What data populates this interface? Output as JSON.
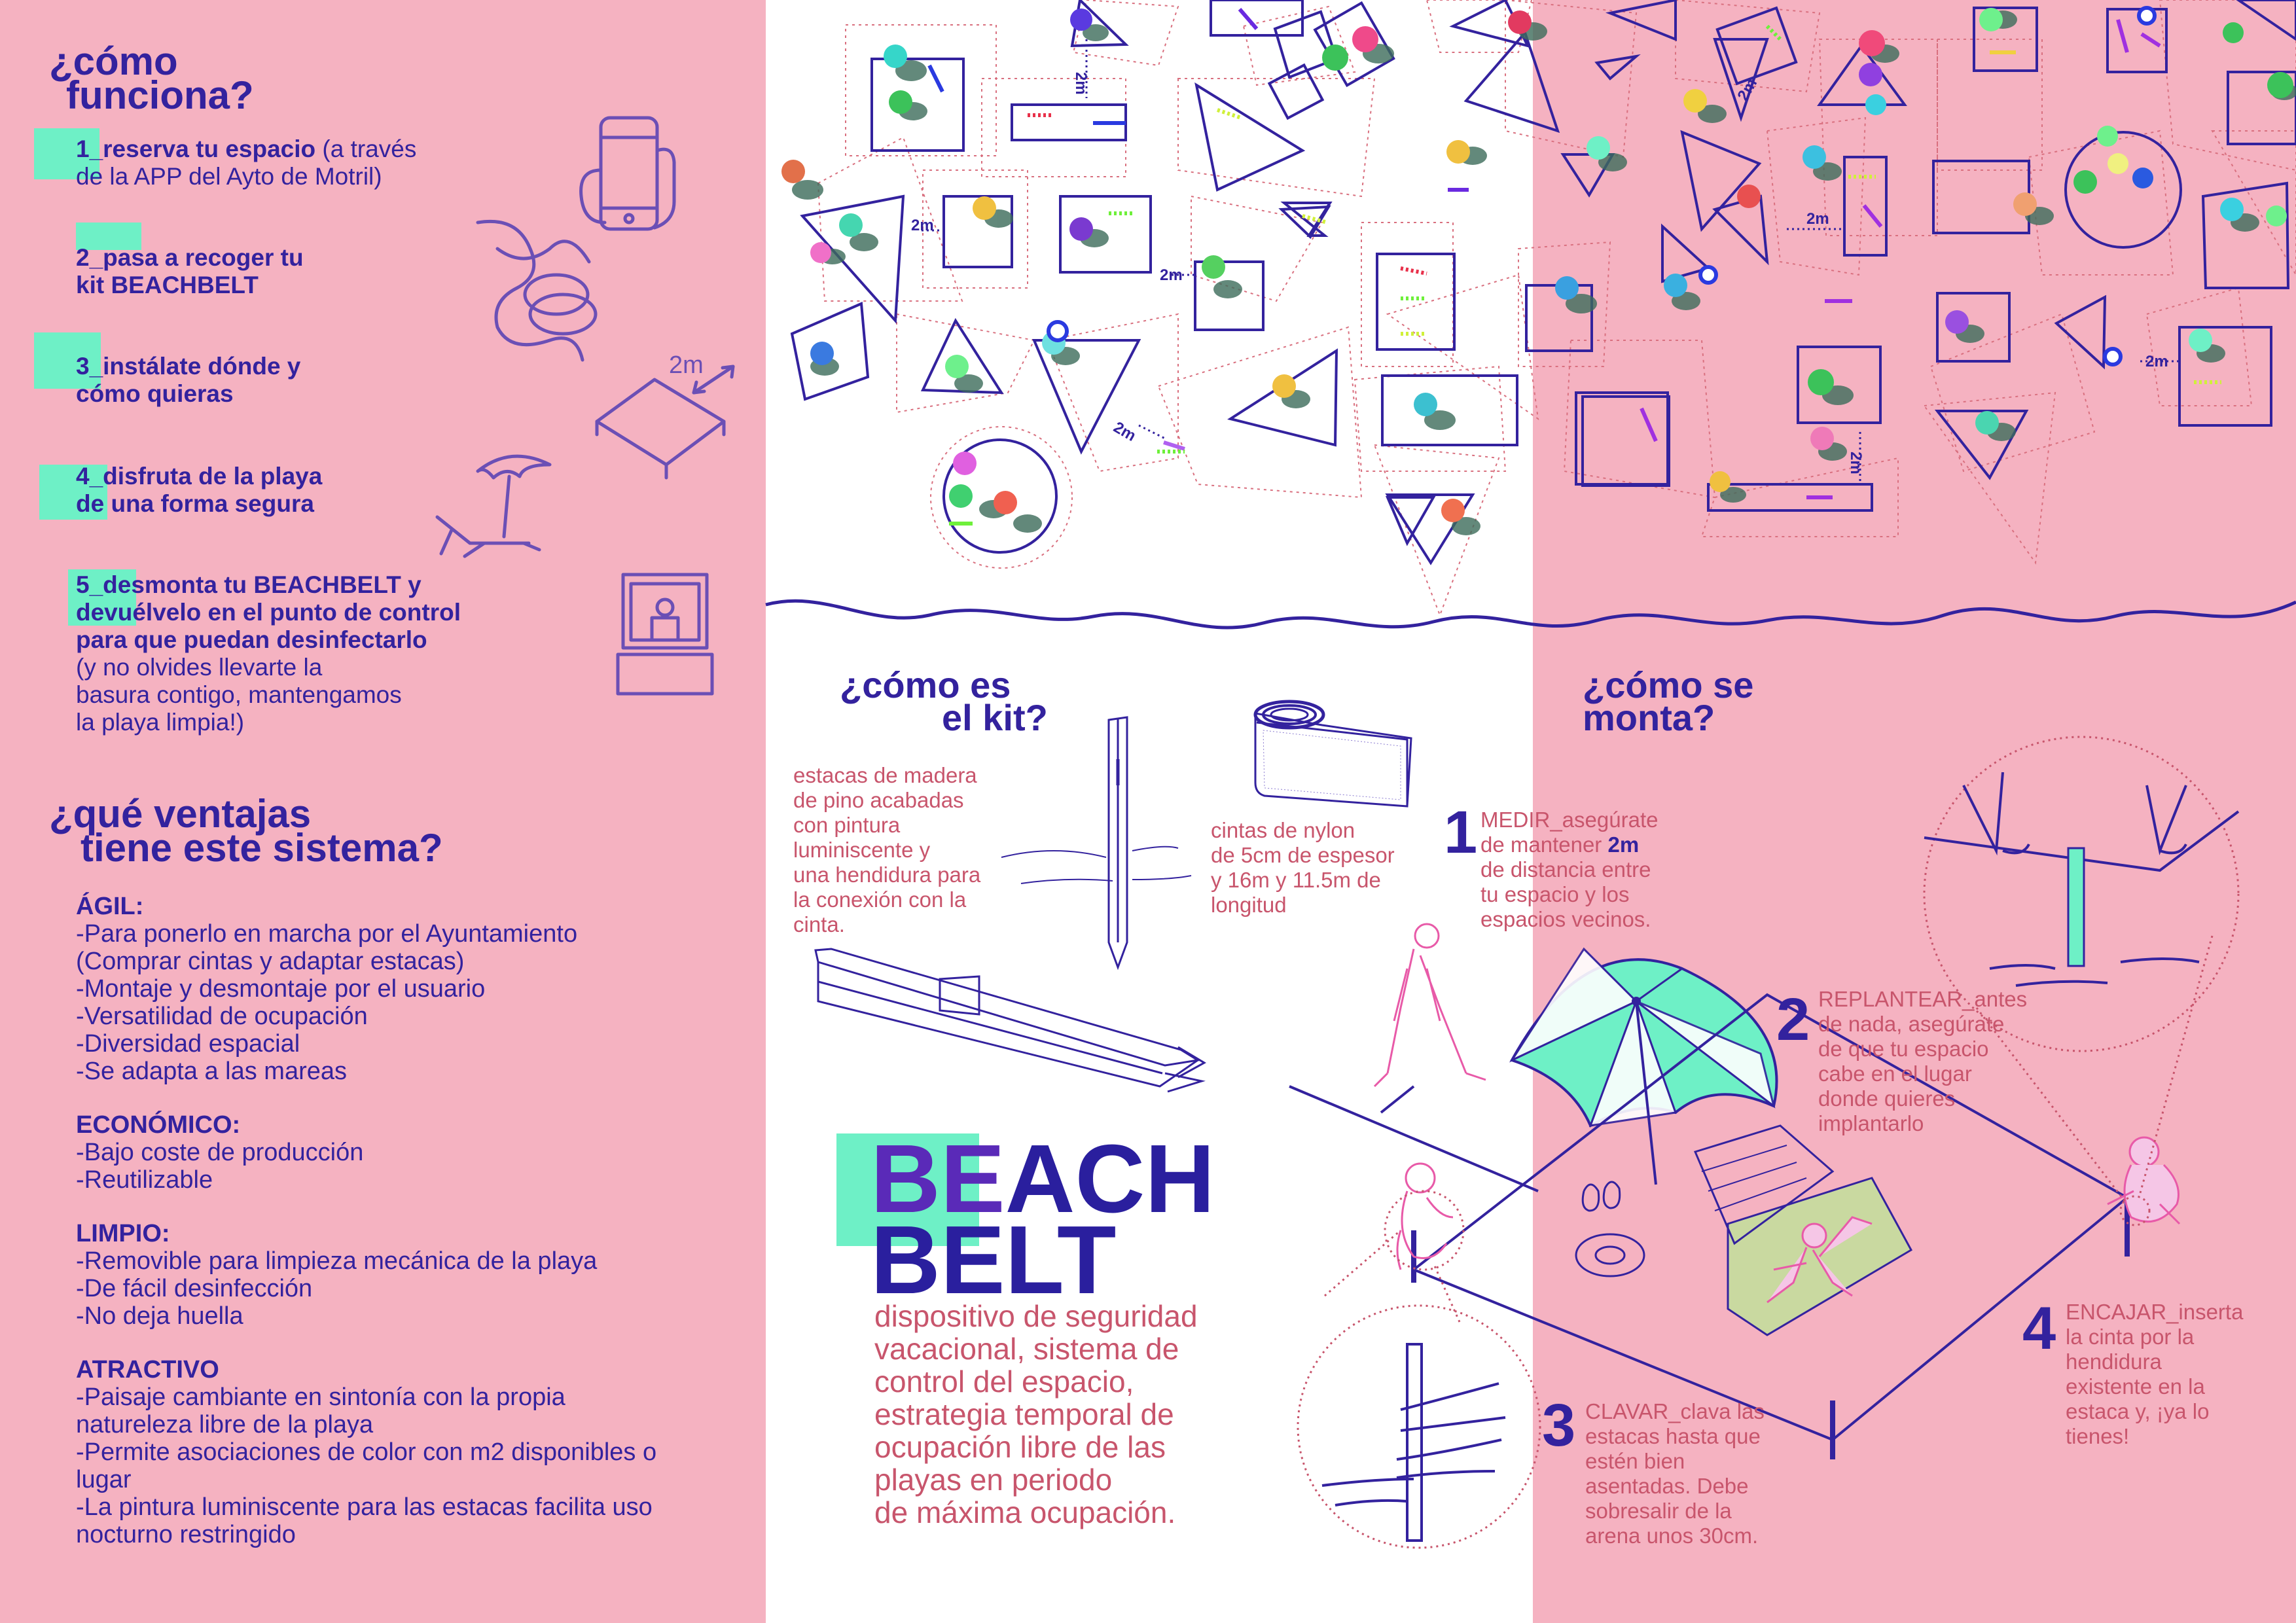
{
  "left": {
    "how_title_1": "¿cómo",
    "how_title_2": "funciona?",
    "steps": [
      {
        "bold": "1_reserva tu espacio",
        "rest": " (a través",
        "line2": "de la APP del Ayto de Motril)"
      },
      {
        "bold": "2_pasa a recoger tu",
        "line2": "kit BEACHBELT"
      },
      {
        "bold": "3_instálate dónde y",
        "line2": "cómo quieras"
      },
      {
        "bold": "4_disfruta de la playa",
        "line2": "de una forma segura"
      },
      {
        "bold": "5_desmonta tu BEACHBELT y",
        "line2": "devuélvelo en el punto de control",
        "line3": "para que puedan desinfectarlo",
        "note1": "(y no olvides llevarte la",
        "note2": "basura contigo, mantengamos",
        "note3": "la playa limpia!)"
      }
    ],
    "icon_label_2m": "2m",
    "adv_title_1": "¿qué ventajas",
    "adv_title_2": "tiene este sistema?",
    "advantages": [
      {
        "title": "ÁGIL:",
        "items": [
          "-Para ponerlo en marcha por el Ayuntamiento",
          "(Comprar cintas y adaptar estacas)",
          "-Montaje y desmontaje  por el usuario",
          "-Versatilidad de ocupación",
          "-Diversidad espacial",
          "-Se adapta a las mareas"
        ]
      },
      {
        "title": "ECONÓMICO:",
        "items": [
          "-Bajo coste de producción",
          "-Reutilizable"
        ]
      },
      {
        "title": "LIMPIO:",
        "items": [
          "-Removible para  limpieza mecánica de la playa",
          "-De fácil desinfección",
          "-No deja huella"
        ]
      },
      {
        "title": "ATRACTIVO",
        "items": [
          "-Paisaje cambiante en sintonía con la propia",
          "natureleza libre de la playa",
          "-Permite asociaciones de color con m2 disponibles o",
          "lugar",
          "-La  pintura luminiscente para las estacas facilita uso",
          "nocturno restringido"
        ]
      }
    ]
  },
  "map": {
    "distance_label": "2m"
  },
  "kit": {
    "title_1": "¿cómo es",
    "title_2": "el kit?",
    "stakes_text": [
      "estacas de madera",
      "de pino acabadas",
      "con pintura",
      "luminiscente y",
      "una hendidura para",
      "la conexión con la",
      "cinta."
    ],
    "tape_text": [
      "cintas de nylon",
      "de 5cm de espesor",
      "y 16m y 11.5m de",
      "longitud"
    ],
    "brand_hl": "BE",
    "brand_rest": "ACH",
    "brand_line2": "BELT",
    "description": [
      "dispositivo de seguridad",
      "vacacional, sistema de",
      "control del espacio,",
      "estrategia temporal de",
      "ocupación libre de las",
      "playas en periodo",
      "de máxima ocupación."
    ]
  },
  "mount": {
    "title_1": "¿cómo se",
    "title_2": "monta?",
    "steps": [
      {
        "num": "1",
        "lines": [
          "MEDIR_asegúrate",
          "de mantener ",
          "de distancia entre",
          "tu espacio y los",
          "espacios vecinos."
        ],
        "bold": "2m"
      },
      {
        "num": "2",
        "lines": [
          "REPLANTEAR_antes",
          "de nada, asegúrate",
          "de que tu espacio",
          "cabe en el lugar",
          "donde quieres",
          "implantarlo"
        ]
      },
      {
        "num": "3",
        "lines": [
          "CLAVAR_clava las",
          "estacas hasta que",
          "estén bien",
          "asentadas. Debe",
          "sobresalir de la",
          "arena unos 30cm."
        ]
      },
      {
        "num": "4",
        "lines": [
          "ENCAJAR_inserta",
          "la cinta por la",
          "hendidura",
          "existente en la",
          "estaca y, ¡ya lo",
          "tienes!"
        ]
      }
    ]
  },
  "colors": {
    "pink": "#f5b2c1",
    "navy": "#33229e",
    "mint": "#6ef0c6",
    "rose": "#c8556c",
    "magenta": "#e85aa8"
  }
}
